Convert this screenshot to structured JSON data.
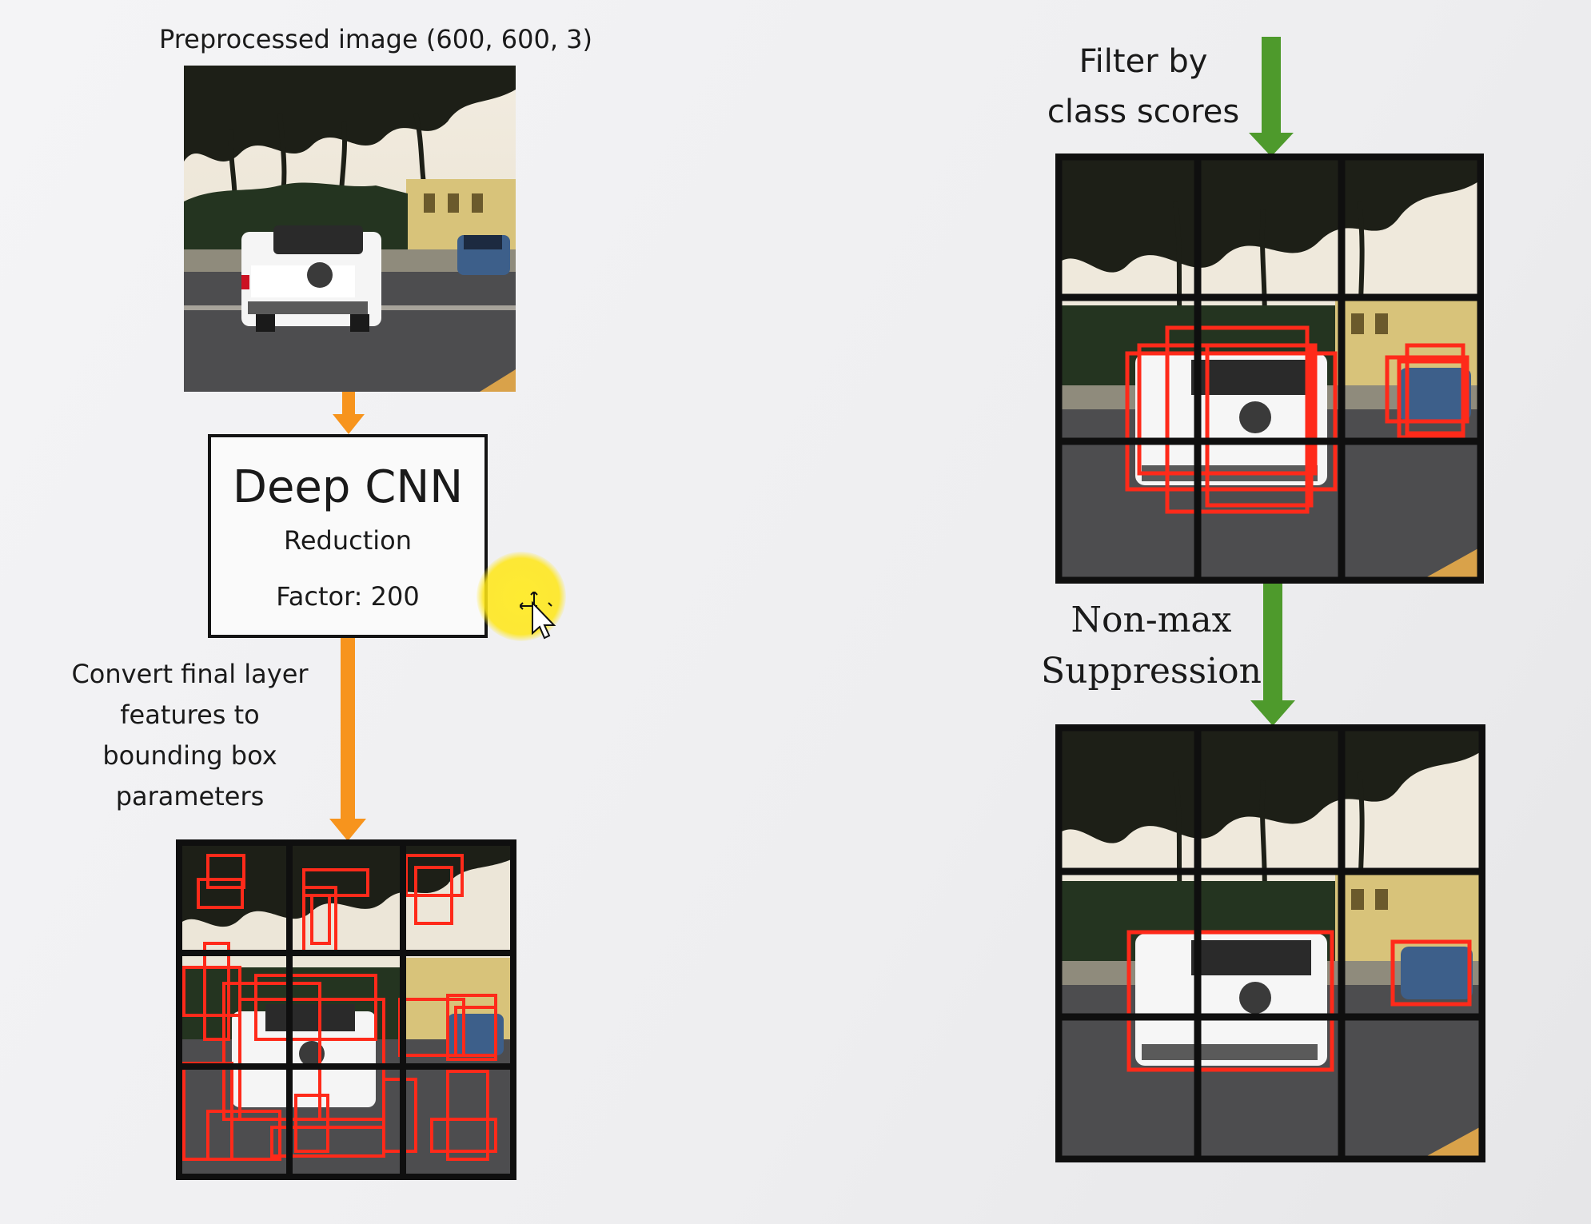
{
  "labels": {
    "preprocessed": "Preprocessed image (600, 600, 3)",
    "filter_line1": "Filter by",
    "filter_line2": "class scores",
    "nms_line1": "Non-max",
    "nms_line2": "Suppression",
    "convert_line1": "Convert final layer",
    "convert_line2": "features to",
    "convert_line3": "bounding box",
    "convert_line4": "parameters"
  },
  "cnn_box": {
    "title": "Deep CNN",
    "subtitle": "Reduction",
    "factor": "Factor: 200"
  },
  "colors": {
    "orange_arrow": "#f7941d",
    "green_arrow": "#4e9a2c",
    "box_red": "#ff2a1a",
    "grid_black": "#0f0f0f",
    "cursor_halo": "#ffe51e"
  },
  "icons": {
    "cursor": "move-cursor-icon"
  }
}
